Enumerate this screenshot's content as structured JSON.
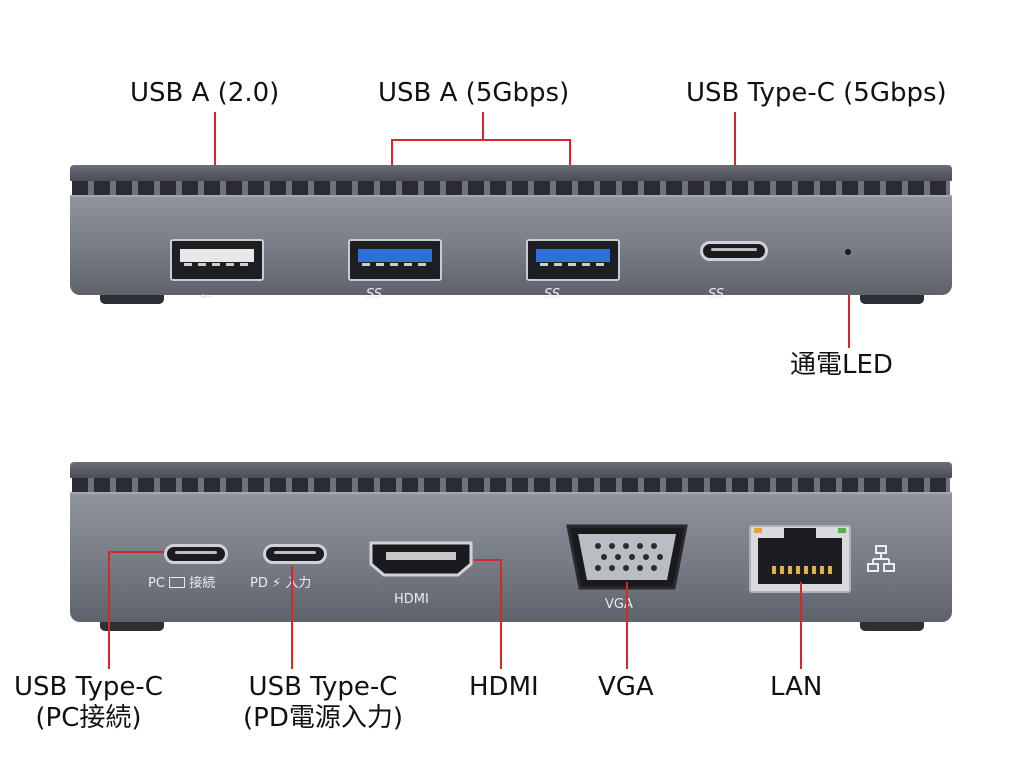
{
  "top_labels": {
    "usb_a_20": "USB A (2.0)",
    "usb_a_5g": "USB A (5Gbps)",
    "usb_c_5g": "USB Type-C (5Gbps)",
    "power_led": "通電LED"
  },
  "port_markings": {
    "usb_symbol": "⭠",
    "ss_symbol": "SS",
    "pc_connect": "PC",
    "pc_connect_kanji": "接続",
    "pd_power": "PD",
    "pd_power_kanji": "入力",
    "hdmi": "HDMI",
    "vga": "VGA"
  },
  "bottom_labels": {
    "usb_c_pc_line1": "USB Type-C",
    "usb_c_pc_line2": "(PC接続)",
    "usb_c_pd_line1": "USB Type-C",
    "usb_c_pd_line2": "(PD電源入力)",
    "hdmi": "HDMI",
    "vga": "VGA",
    "lan": "LAN"
  },
  "colors": {
    "leader_line": "#d62828",
    "usb3_blue": "#2e6fd8",
    "body_gray": "#7d828c"
  }
}
